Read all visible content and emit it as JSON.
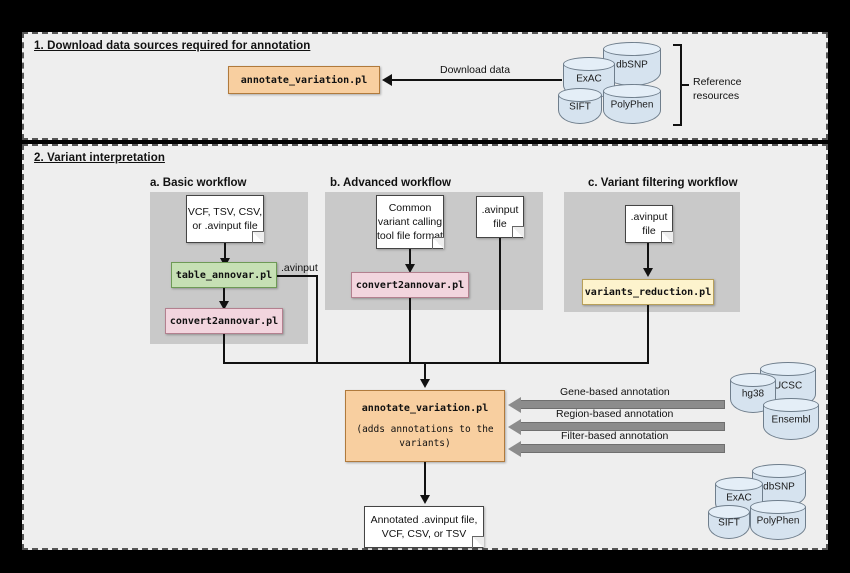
{
  "sections": {
    "one": {
      "title": "1. Download data sources required for annotation",
      "script_box": "annotate_variation.pl",
      "edge_label": "Download data",
      "bracket_label_line1": "Reference",
      "bracket_label_line2": "resources",
      "databases": [
        "dbSNP",
        "ExAC",
        "SIFT",
        "PolyPhen"
      ]
    },
    "two": {
      "title": "2. Variant interpretation",
      "workflows": [
        {
          "id": "a",
          "title": "a. Basic workflow",
          "input_note": "VCF, TSV, CSV, or .avinput file",
          "step1": "table_annovar.pl",
          "step2": "convert2annovar.pl",
          "edge_label": ".avinput"
        },
        {
          "id": "b",
          "title": "b. Advanced workflow",
          "input_note": "Common variant calling tool file format",
          "side_note": ".avinput file",
          "step1": "convert2annovar.pl"
        },
        {
          "id": "c",
          "title": "c. Variant filtering workflow",
          "input_note": ".avinput file",
          "step1": "variants_reduction.pl"
        }
      ],
      "core": {
        "name": "annotate_variation.pl",
        "subtitle": "(adds annotations to the variants)"
      },
      "annotation_arrows": [
        "Gene-based annotation",
        "Region-based annotation",
        "Filter-based annotation"
      ],
      "reference_db_groups": [
        {
          "id": "genome",
          "databases": [
            "UCSC",
            "hg38",
            "Ensembl"
          ]
        },
        {
          "id": "variant",
          "databases": [
            "dbSNP",
            "ExAC",
            "SIFT",
            "PolyPhen"
          ]
        }
      ],
      "output_note": "Annotated .avinput file, VCF, CSV, or TSV"
    }
  },
  "colors": {
    "orange": "#f8cfa0",
    "orange_border": "#b07a3c",
    "green": "#c6e0b4",
    "green_border": "#6e9a56",
    "pink": "#f2d5de",
    "pink_border": "#b3808f",
    "yellow": "#fdf3cd",
    "yellow_border": "#b8a05a",
    "db_fill": "#d6e3ef",
    "arrow_gray": "#8c8c8c",
    "panel_bg": "#eeeeee",
    "workflow_bg": "#c9c9c9"
  }
}
